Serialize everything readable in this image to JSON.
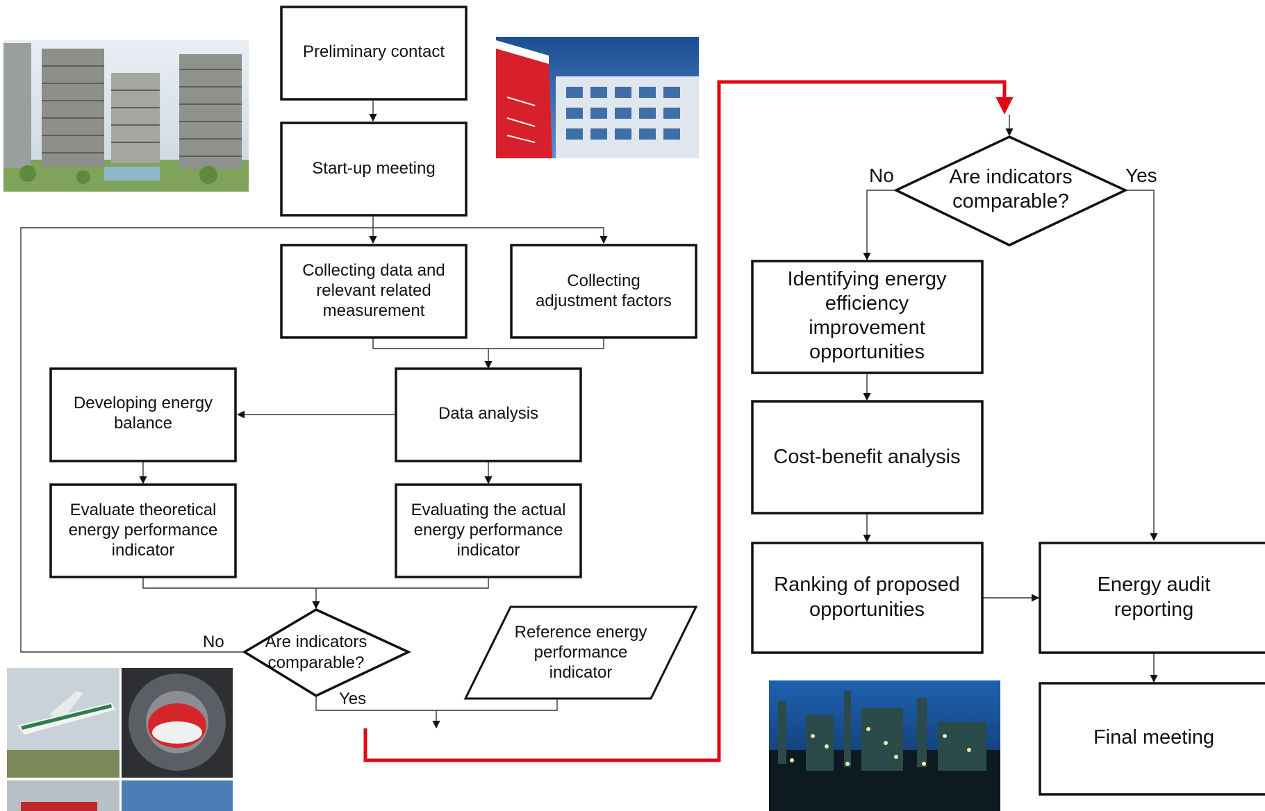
{
  "steps": {
    "preliminary_contact": "Preliminary contact",
    "startup_meeting": "Start-up meeting",
    "collecting_data": [
      "Collecting data and",
      "relevant related",
      "measurement"
    ],
    "collecting_adjustment": [
      "Collecting",
      "adjustment factors"
    ],
    "data_analysis": "Data analysis",
    "developing_balance": [
      "Developing energy",
      "balance"
    ],
    "evaluate_theoretical": [
      "Evaluate theoretical",
      "energy performance",
      "indicator"
    ],
    "evaluating_actual": [
      "Evaluating the actual",
      "energy performance",
      "indicator"
    ],
    "reference_indicator": [
      "Reference energy",
      "performance",
      "indicator"
    ],
    "decision_left": [
      "Are indicators",
      "comparable?"
    ],
    "decision_right": [
      "Are indicators",
      "comparable?"
    ],
    "identifying_opportunities": [
      "Identifying energy",
      "efficiency",
      "improvement",
      "opportunities"
    ],
    "cost_benefit": "Cost-benefit analysis",
    "ranking": [
      "Ranking of proposed",
      "opportunities"
    ],
    "audit_reporting": [
      "Energy audit",
      "reporting"
    ],
    "final_meeting": "Final meeting"
  },
  "labels": {
    "no_left": "No",
    "yes_left": "Yes",
    "no_right": "No",
    "yes_right": "Yes"
  },
  "photos": [
    {
      "name": "residential-buildings-photo",
      "subject": "apartment towers"
    },
    {
      "name": "hospital-photo",
      "subject": "hospital with emergency sign"
    },
    {
      "name": "transport-photo",
      "subject": "airplane and train"
    },
    {
      "name": "industrial-plant-photo",
      "subject": "refinery at night"
    }
  ],
  "colors": {
    "line": "#111111",
    "highlight_arrow": "#e30613"
  }
}
